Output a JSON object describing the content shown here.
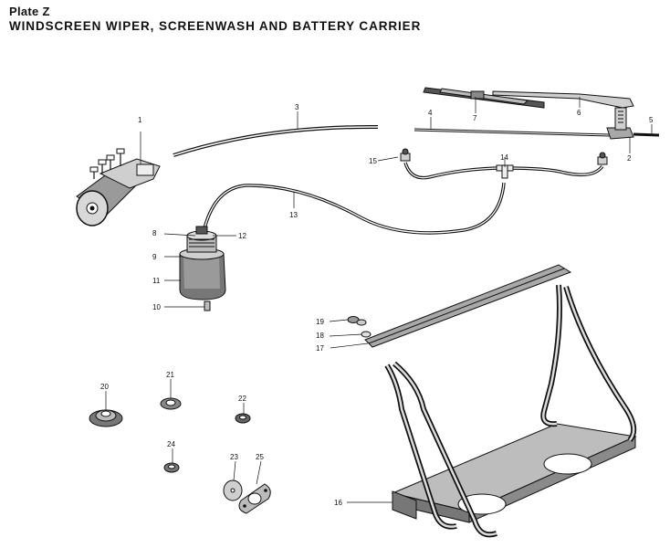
{
  "header": {
    "plate": "Plate Z",
    "title": "WINDSCREEN WIPER, SCREENWASH AND BATTERY CARRIER"
  },
  "callouts": [
    "1",
    "2",
    "3",
    "4",
    "5",
    "6",
    "7",
    "8",
    "9",
    "10",
    "11",
    "12",
    "13",
    "14",
    "15",
    "16",
    "17",
    "18",
    "19",
    "20",
    "21",
    "22",
    "23",
    "24",
    "25"
  ]
}
